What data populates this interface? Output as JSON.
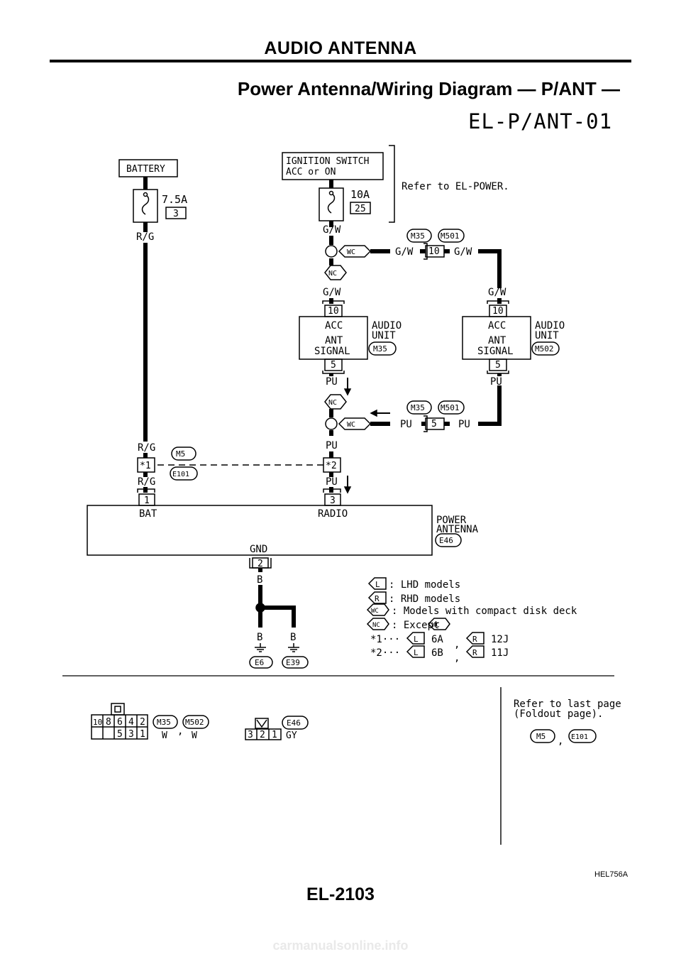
{
  "header": {
    "section": "AUDIO ANTENNA",
    "subtitle": "Power Antenna/Wiring Diagram — P/ANT —",
    "diagram_code": "EL-P/ANT-01"
  },
  "power": {
    "battery": "BATTERY",
    "battery_fuse_rating": "7.5A",
    "battery_fuse_no": "3",
    "ignition_line1": "IGNITION SWITCH",
    "ignition_line2": "ACC or ON",
    "ignition_fuse_rating": "10A",
    "ignition_fuse_no": "25",
    "refer": "Refer to EL-POWER."
  },
  "wires": {
    "rg": "R/G",
    "gw": "G/W",
    "pu": "PU",
    "b": "B"
  },
  "connectors": {
    "m35": "M35",
    "m501": "M501",
    "m502": "M502",
    "m5": "M5",
    "e101": "E101",
    "e46": "E46",
    "e6": "E6",
    "e39": "E39",
    "wc": "WC",
    "nc": "NC",
    "l": "L",
    "r": "R",
    "pin_10": "10",
    "pin_5": "5",
    "pin_1": "1",
    "pin_2": "2",
    "pin_3": "3",
    "star1": "*1",
    "star2": "*2"
  },
  "audio_unit": {
    "acc": "ACC",
    "ant": "ANT",
    "signal": "SIGNAL",
    "label1": "AUDIO",
    "label2": "UNIT"
  },
  "power_antenna": {
    "bat": "BAT",
    "radio": "RADIO",
    "gnd": "GND",
    "label1": "POWER",
    "label2": "ANTENNA"
  },
  "legend": {
    "lhd": ": LHD models",
    "rhd": ": RHD models",
    "wc": ": Models with compact disk deck",
    "nc": ": Except",
    "star1_prefix": "*1···",
    "star1_l": "6A",
    "star1_r": "12J",
    "star2_prefix": "*2···",
    "star2_l": "6B",
    "star2_r": "11J"
  },
  "connector_views": {
    "pins_top": [
      "10",
      "8",
      "6",
      "4",
      "2"
    ],
    "pins_bottom": [
      "5",
      "3",
      "1"
    ],
    "w1": "W",
    "w2": "W",
    "e46_pins": [
      "3",
      "2",
      "1"
    ],
    "e46_color": "GY",
    "refer1": "Refer to last page",
    "refer2": "(Foldout page)."
  },
  "footer": {
    "figure": "HEL756A",
    "page": "EL-2103",
    "site": "carmanualsonline.info"
  }
}
